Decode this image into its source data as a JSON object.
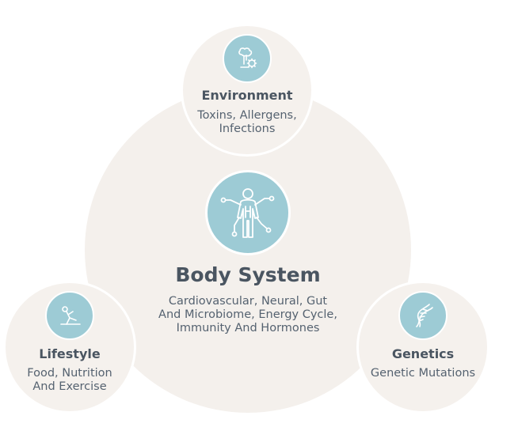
{
  "center": {
    "title": "Body System",
    "description_lines": [
      "Cardiovascular, Neural, Gut",
      "And Microbiome, Energy Cycle,",
      "Immunity And Hormones"
    ],
    "icon": "human-body-circuit-icon"
  },
  "environment": {
    "title": "Environment",
    "description_lines": [
      "Toxins, Allergens,",
      "Infections"
    ],
    "icon": "tree-virus-icon"
  },
  "lifestyle": {
    "title": "Lifestyle",
    "description_lines": [
      "Food, Nutrition",
      "And Exercise"
    ],
    "icon": "exercise-person-icon"
  },
  "genetics": {
    "title": "Genetics",
    "description_lines": [
      "Genetic Mutations"
    ],
    "icon": "dna-icon"
  },
  "colors": {
    "icon_fill": "#9dcbd5",
    "circle_bg": "#f4f0ec",
    "text_dark": "#4a5561"
  }
}
